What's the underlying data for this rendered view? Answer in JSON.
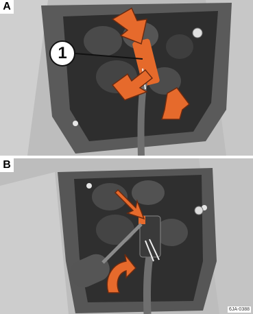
{
  "panels": [
    {
      "label": "A",
      "callout": "1"
    },
    {
      "label": "B"
    }
  ],
  "figure_code": "6JA-0388",
  "colors": {
    "arrow_fill": "#e66a2c",
    "arrow_outline": "#6a2a10",
    "panel_background": "#b9b9b9",
    "housing_dark": "#2e2e2e"
  }
}
